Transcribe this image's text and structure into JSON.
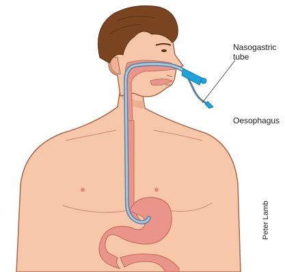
{
  "labels": {
    "nasogastric": "Nasogastric\ntube",
    "oesophagus": "Oesophagus"
  },
  "credit": "Peter Lamb",
  "colors": {
    "skin": "#f6c7a8",
    "skin_shadow": "#e9a889",
    "outline": "#a8674b",
    "hair": "#7a4420",
    "hair_dark": "#5b3116",
    "organ": "#e9958a",
    "tube": "#8fb3cf",
    "tube_outline": "#5d7f9c",
    "connector": "#1fa3d8"
  }
}
